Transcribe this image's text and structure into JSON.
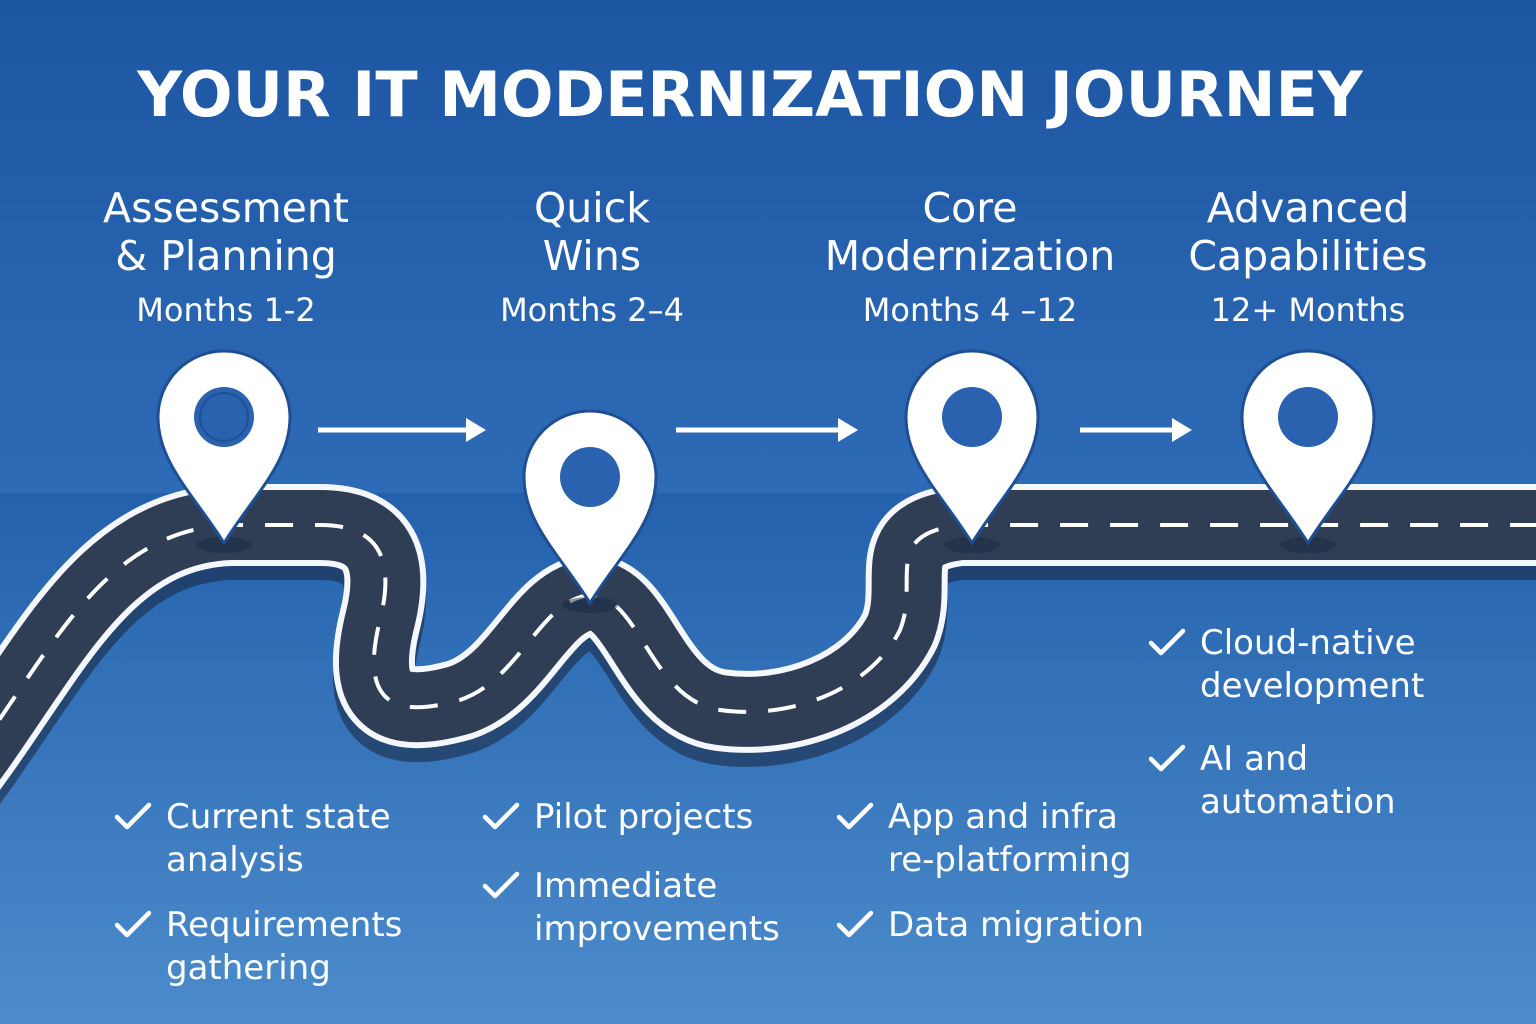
{
  "title": "YOUR IT MODERNIZATION JOURNEY",
  "colors": {
    "bg_top": "#1f5aa8",
    "bg_bottom": "#4888c8",
    "road": "#2f3d55",
    "road_edge": "#ffffff",
    "pin": "#ffffff",
    "pin_hole": "#2a62b0"
  },
  "icons": {
    "pin": "map-pin-icon",
    "arrow": "arrow-right-icon",
    "check": "checkmark-icon"
  },
  "phases": [
    {
      "name_line1": "Assessment",
      "name_line2": "& Planning",
      "duration": "Months 1-2",
      "items": [
        "Current state\nanalysis",
        "Requirements\ngathering"
      ]
    },
    {
      "name_line1": "Quick",
      "name_line2": "Wins",
      "duration": "Months 2–4",
      "items": [
        "Pilot projects",
        "Immediate\nimprovements"
      ]
    },
    {
      "name_line1": "Core",
      "name_line2": "Modernization",
      "duration": "Months 4 –12",
      "items": [
        "App and infra\nre-platforming",
        "Data migration"
      ]
    },
    {
      "name_line1": "Advanced",
      "name_line2": "Capabilities",
      "duration": "12+ Months",
      "items": [
        "Cloud-native\ndevelopment",
        "AI and\nautomation"
      ]
    }
  ]
}
